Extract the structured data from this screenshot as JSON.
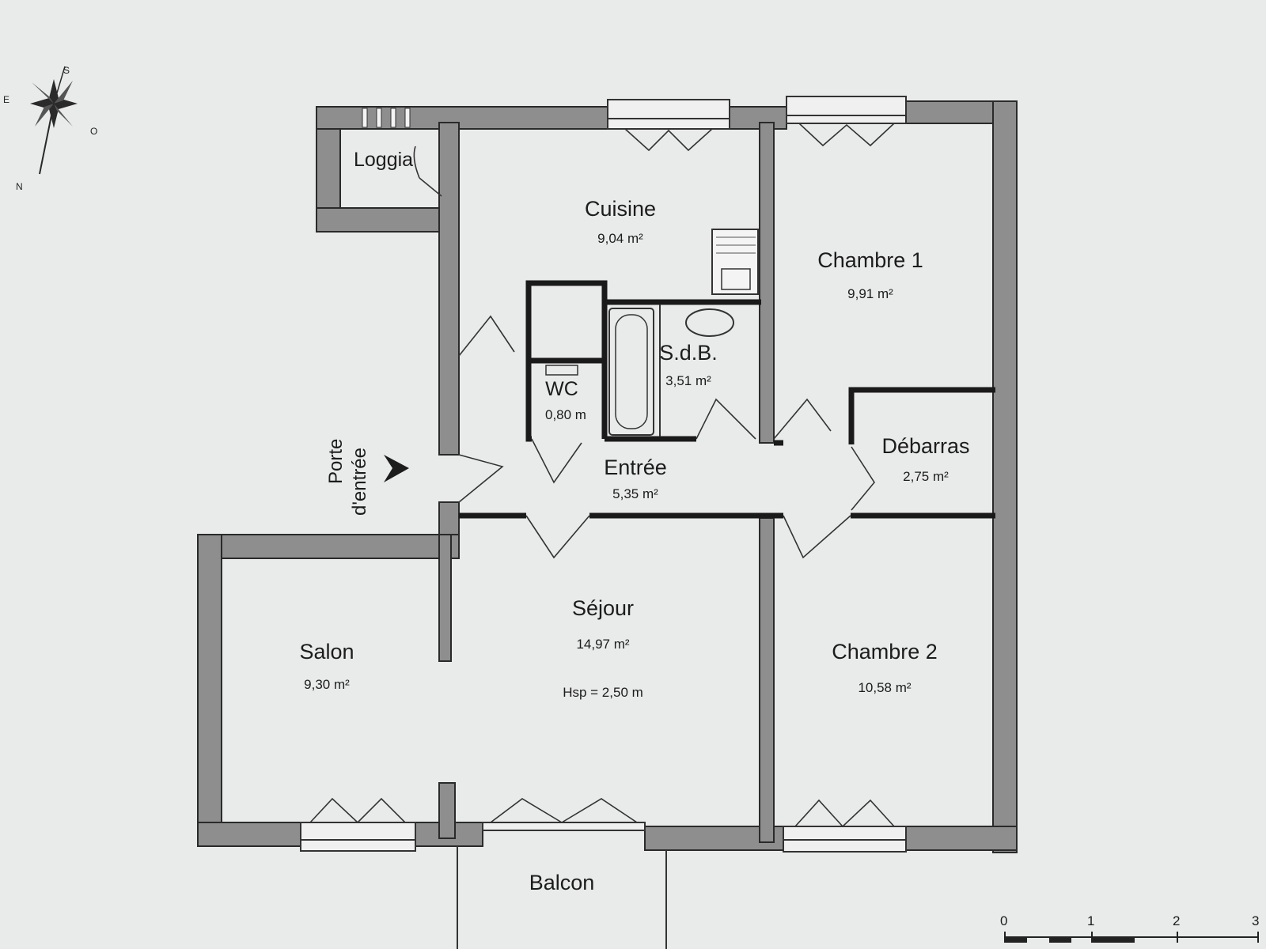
{
  "rooms": {
    "loggia": {
      "name": "Loggia"
    },
    "cuisine": {
      "name": "Cuisine",
      "area": "9,04 m²"
    },
    "chambre1": {
      "name": "Chambre 1",
      "area": "9,91 m²"
    },
    "sdb": {
      "name": "S.d.B.",
      "area": "3,51 m²"
    },
    "wc": {
      "name": "WC",
      "area": "0,80 m"
    },
    "debarras": {
      "name": "Débarras",
      "area": "2,75 m²"
    },
    "entree": {
      "name": "Entrée",
      "area": "5,35 m²"
    },
    "sejour": {
      "name": "Séjour",
      "area": "14,97 m²",
      "note": "Hsp = 2,50 m"
    },
    "salon": {
      "name": "Salon",
      "area": "9,30 m²"
    },
    "chambre2": {
      "name": "Chambre 2",
      "area": "10,58 m²"
    },
    "balcon": {
      "name": "Balcon"
    }
  },
  "entrance": {
    "line1": "Porte",
    "line2": "d'entrée"
  },
  "compass": {
    "north": "N",
    "south": "S",
    "east": "E",
    "west": "O"
  },
  "scale": {
    "labels": [
      "0",
      "1",
      "2",
      "3"
    ]
  },
  "colors": {
    "wall": "#8e8e8e",
    "paper": "#e9eaea",
    "ink": "#1c1c1c"
  }
}
